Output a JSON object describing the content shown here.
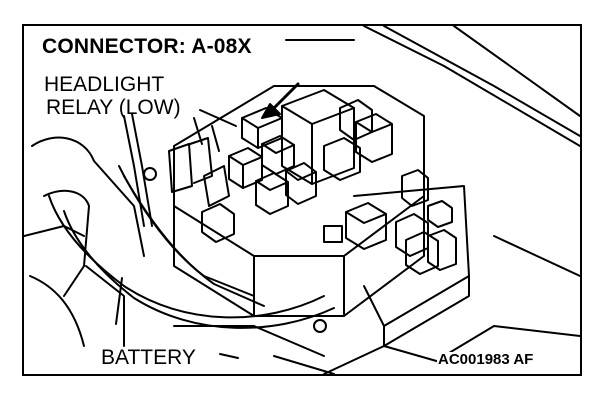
{
  "figure": {
    "connector_title": "CONNECTOR: A-08X",
    "relay_label_line1": "HEADLIGHT",
    "relay_label_line2": "RELAY (LOW)",
    "battery_label": "BATTERY",
    "figure_code": "AC001983 AF"
  },
  "colors": {
    "line": "#000000",
    "background": "#ffffff"
  },
  "icons": {
    "pointer": "arrow-icon"
  }
}
